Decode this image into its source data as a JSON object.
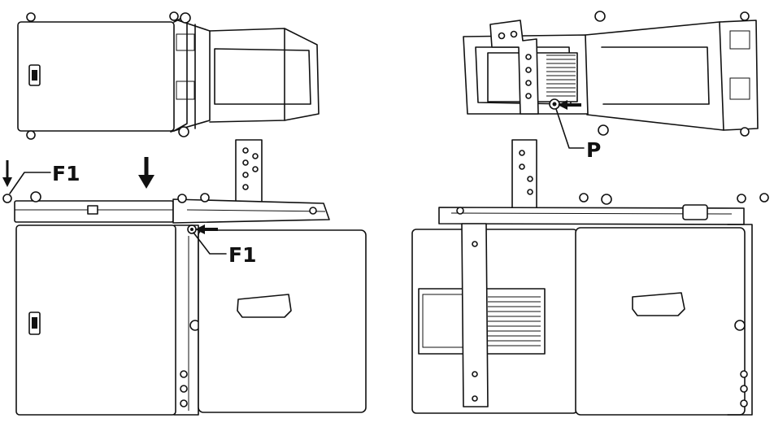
{
  "callouts": {
    "f1_top": "F1",
    "f1_side": "F1",
    "p": "P"
  },
  "icons": {
    "arrow_down_small": "down-arrow-icon",
    "arrow_down_large": "down-arrow-icon",
    "arrow_left": "left-arrow-icon",
    "arrow_pointer": "left-arrow-icon"
  }
}
